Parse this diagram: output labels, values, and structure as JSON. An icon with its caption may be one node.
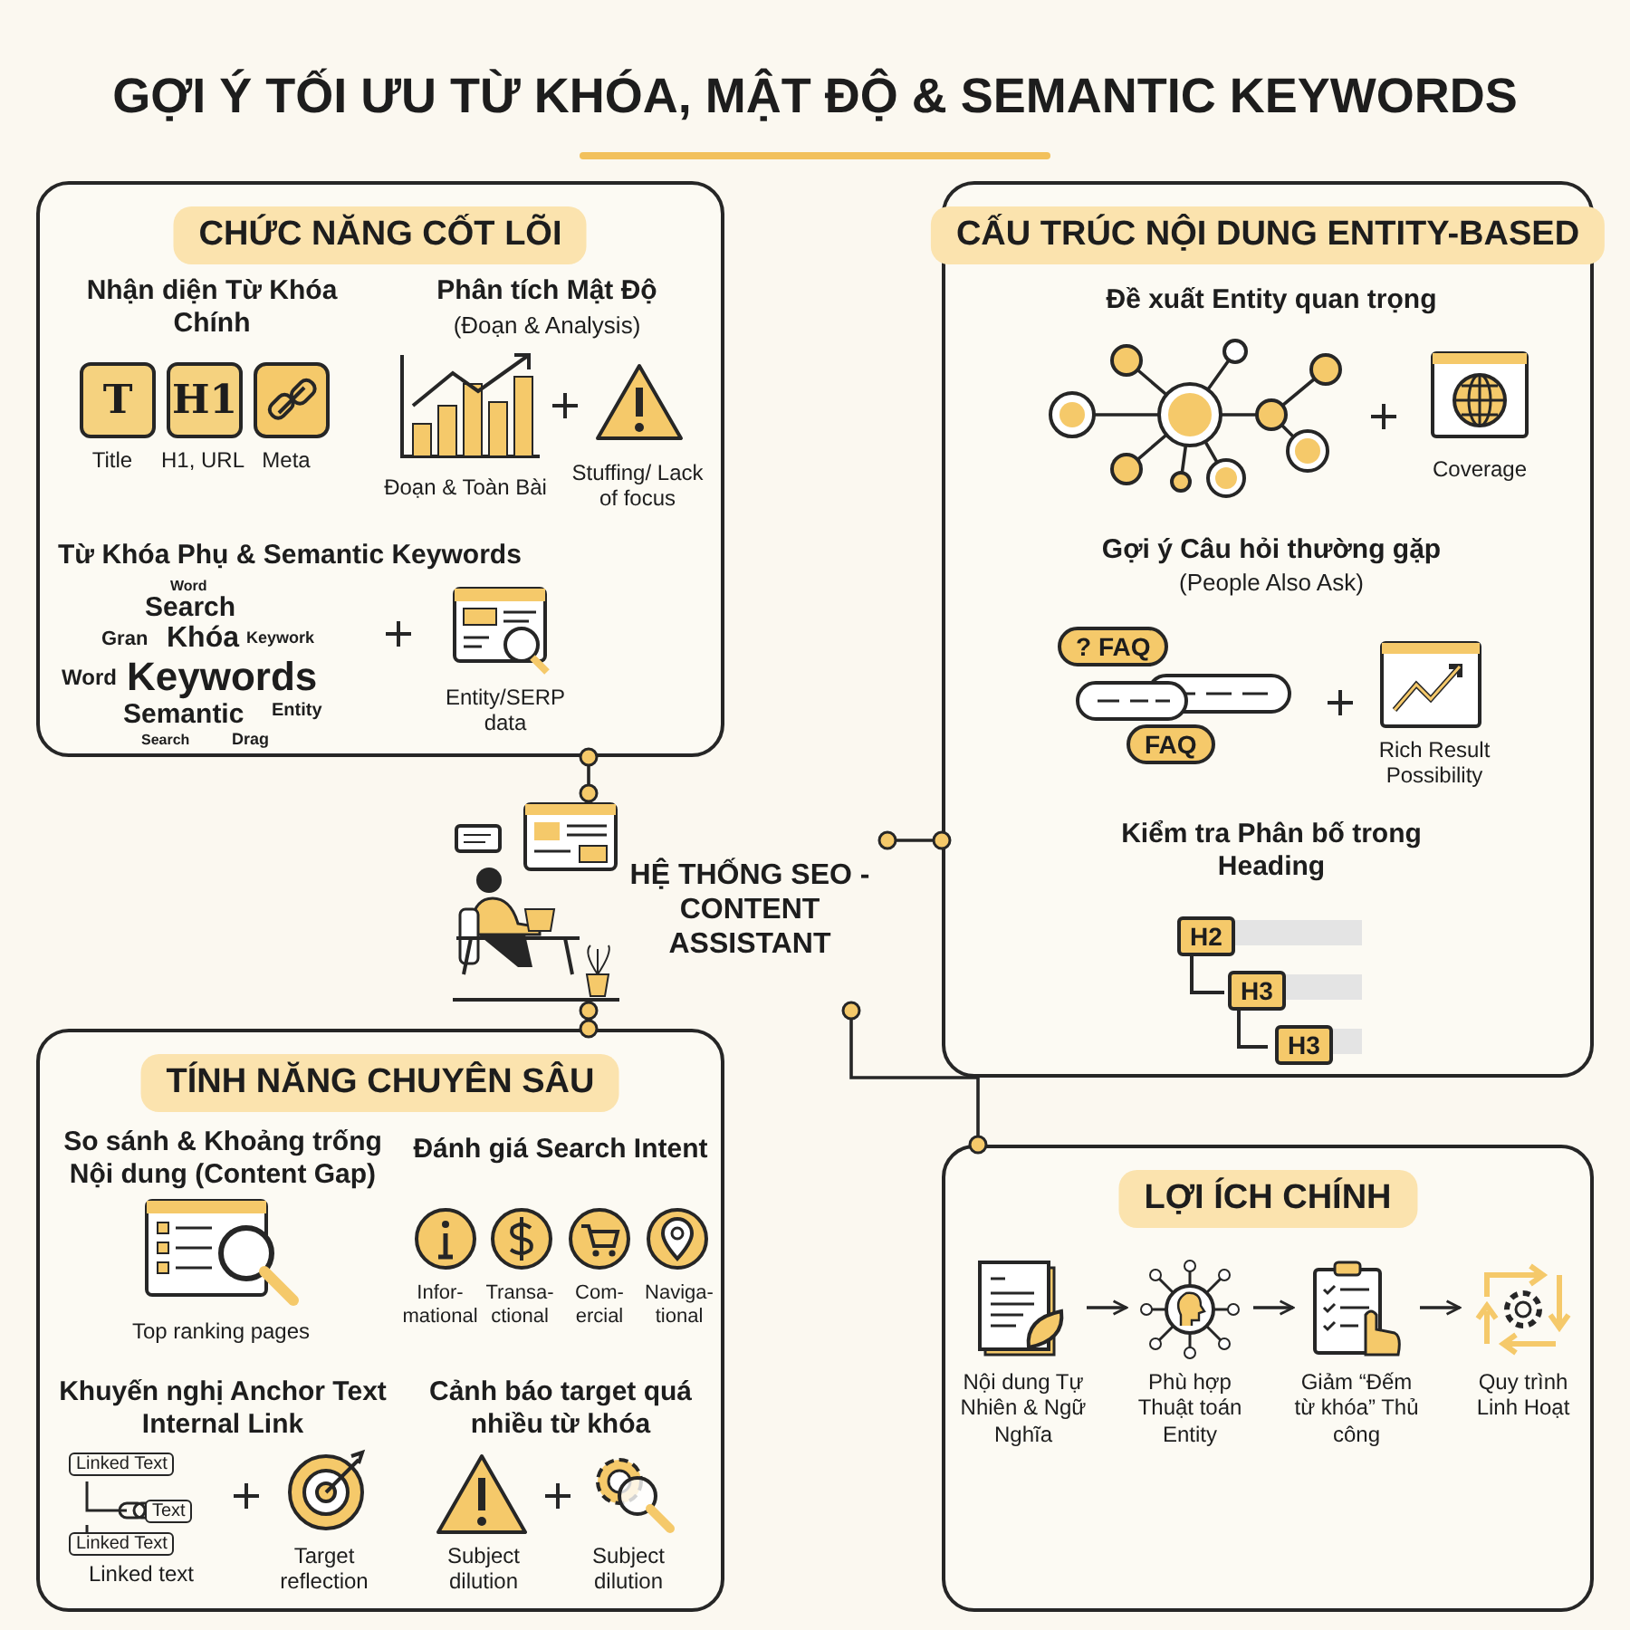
{
  "diagram": {
    "title": "GỢI Ý TỐI ƯU TỪ KHÓA, MẬT ĐỘ & SEMANTIC KEYWORDS",
    "nodes": [
      {
        "text": [
          "HỆ THỐNG SEO - CONTENT ASSISTANT"
        ]
      },
      {
        "text": [
          "CHỨC NĂNG CỐT LÕI",
          "Nhận diện Từ Khóa Chính",
          "Title",
          "H1, URL",
          "Meta",
          "Phân tích Mật Độ",
          "(Đoạn & Analysis)",
          "Đoạn & Toàn Bài",
          "Stuffing/ Lack of focus",
          "Từ Khóa Phụ & Semantic Keywords",
          "Entity/SERP data"
        ]
      },
      {
        "text": [
          "CẤU TRÚC NỘI DUNG ENTITY-BASED",
          "Đề xuất Entity quan trọng",
          "Coverage",
          "Gợi ý Câu hỏi thường gặp",
          "(People Also Ask)",
          "Rich Result Possibility",
          "Kiểm tra Phân bố trong Heading"
        ]
      },
      {
        "text": [
          "TÍNH NĂNG CHUYÊN SÂU",
          "So sánh & Khoảng trống Nội dung (Content Gap)",
          "Top ranking pages",
          "Đánh giá Search Intent",
          "Infor- mational",
          "Transa- ctional",
          "Com- ercial",
          "Naviga- tional",
          "Khuyến nghị Anchor Text Internal Link",
          "Linked text",
          "Target reflection",
          "Cảnh báo target quá nhiều từ khóa",
          "Subject dilution",
          "Subject dilution"
        ]
      },
      {
        "text": [
          "LỢI ÍCH CHÍNH"
        ]
      },
      {
        "text": [
          "Nội dung Tự Nhiên & Ngữ Nghĩa"
        ],
        "in": 4
      },
      {
        "text": [
          "Phù hợp Thuật toán Entity"
        ],
        "in": 4
      },
      {
        "text": [
          "Giảm “Đếm từ khóa” Thủ công"
        ],
        "in": 4
      },
      {
        "text": [
          "Quy trình Linh Hoạt"
        ],
        "in": 4
      }
    ],
    "edges": [
      {
        "from": 0,
        "to": 1,
        "arrow": "other"
      },
      {
        "from": 0,
        "to": 2,
        "arrow": "other"
      },
      {
        "from": 0,
        "to": 3,
        "arrow": "other"
      },
      {
        "from": 0,
        "to": 4,
        "arrow": "other"
      },
      {
        "from": 5,
        "to": 6,
        "arrow": "to"
      },
      {
        "from": 6,
        "to": 7,
        "arrow": "to"
      },
      {
        "from": 7,
        "to": 8,
        "arrow": "to"
      }
    ],
    "labels": [
      "T",
      "H1",
      "Word",
      "Search",
      "Gran",
      "Khóa",
      "Keywork",
      "Word",
      "Keywords",
      "Semantic",
      "Entity",
      "Search",
      "Drag",
      "? FAQ",
      "FAQ",
      "H2",
      "H3",
      "H3",
      "Linked Text",
      "Text",
      "Linked Text"
    ]
  }
}
